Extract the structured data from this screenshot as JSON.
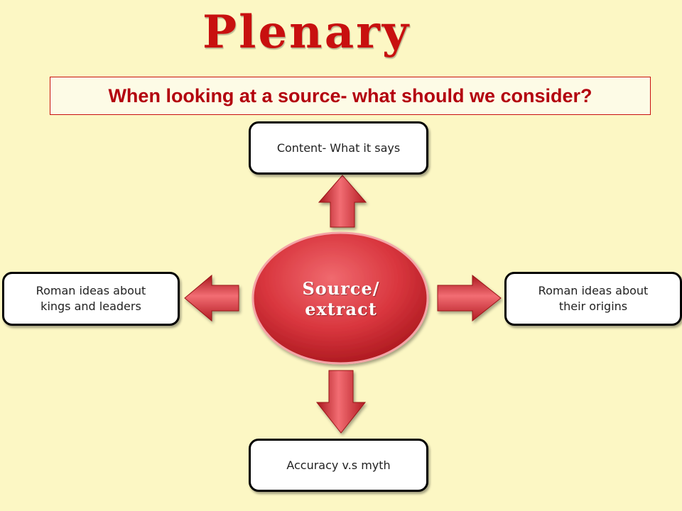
{
  "title": "Plenary",
  "question": "When looking at a source- what should we consider?",
  "center": {
    "label": "Source/\nextract"
  },
  "nodes": {
    "top": "Content- What it says",
    "left": "Roman ideas about\nkings and leaders",
    "right": "Roman ideas about\ntheir origins",
    "bottom": "Accuracy v.s myth"
  },
  "colors": {
    "background": "#fcf7c4",
    "title": "#c8100f",
    "arrow": "#d32630",
    "center": "#d9363e"
  },
  "icons": [
    "arrow-up-icon",
    "arrow-left-icon",
    "arrow-right-icon",
    "arrow-down-icon"
  ]
}
